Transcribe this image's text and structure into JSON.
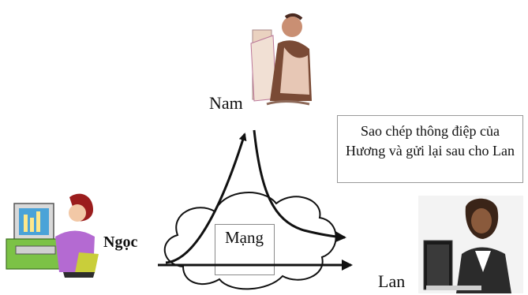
{
  "labels": {
    "nam": "Nam",
    "ngoc": "Ngọc",
    "mang": "Mạng",
    "lan": "Lan"
  },
  "note": {
    "line1": "Sao chép thông điệp của",
    "line2": "Hương và gửi lại sau cho Lan"
  },
  "icons": {
    "nam": "man-at-desk-illustration",
    "ngoc": "woman-at-computer-illustration",
    "lan": "businesswoman-at-laptop-photo",
    "network": "cloud-icon"
  }
}
